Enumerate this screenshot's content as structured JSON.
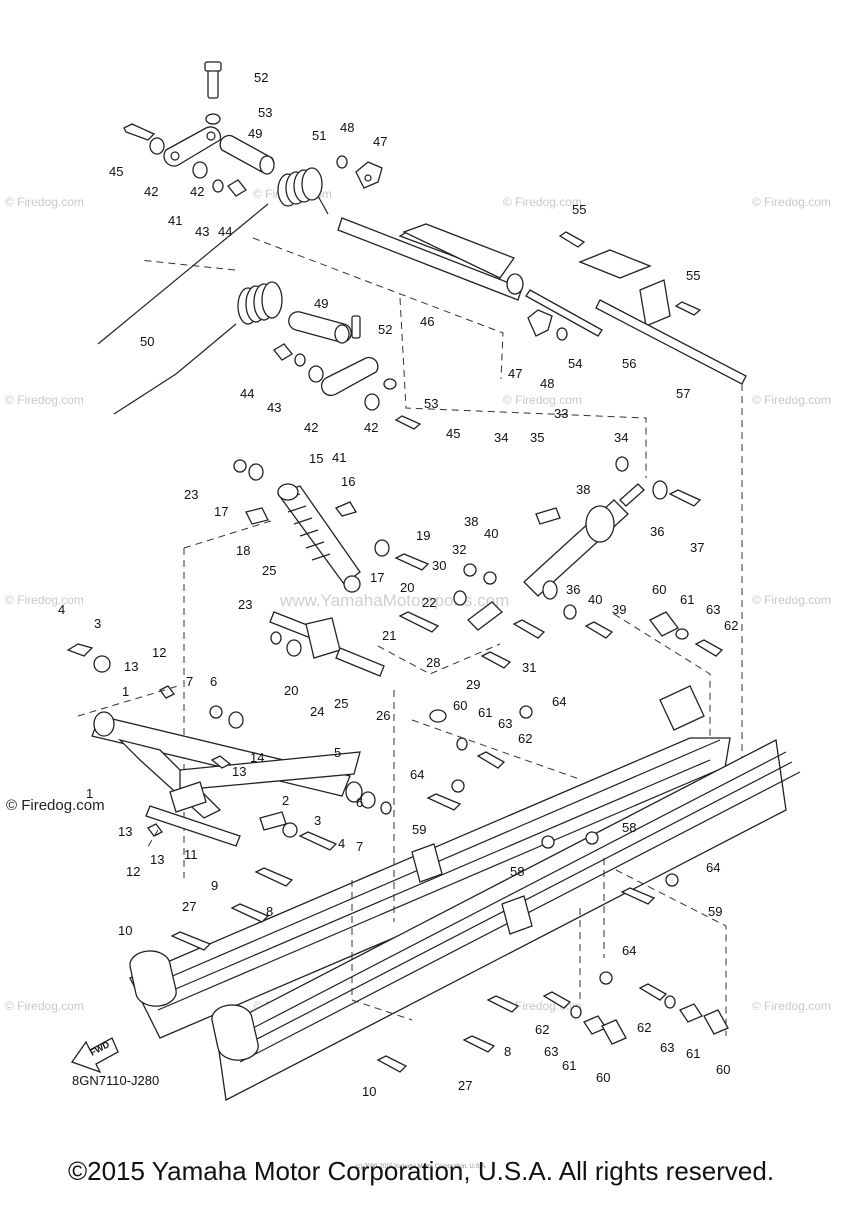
{
  "watermark": {
    "site": "© Firedog.com",
    "site_emph": "© Firedog.com",
    "center_url": "www.YamahaMotorsports.com"
  },
  "diagram": {
    "code": "8GN7110-J280",
    "fwd_label": "FWD",
    "copyright": "©2015 Yamaha Motor Corporation, U.S.A. All rights reserved.",
    "tiny_credit": "(c) 2000-2015 Yamaha Motor Corporation, U.S.A."
  },
  "callouts": [
    {
      "n": "52"
    },
    {
      "n": "53"
    },
    {
      "n": "45"
    },
    {
      "n": "49"
    },
    {
      "n": "51"
    },
    {
      "n": "48"
    },
    {
      "n": "47"
    },
    {
      "n": "42"
    },
    {
      "n": "42"
    },
    {
      "n": "43"
    },
    {
      "n": "44"
    },
    {
      "n": "41"
    },
    {
      "n": "55"
    },
    {
      "n": "55"
    },
    {
      "n": "46"
    },
    {
      "n": "47"
    },
    {
      "n": "48"
    },
    {
      "n": "54"
    },
    {
      "n": "56"
    },
    {
      "n": "57"
    },
    {
      "n": "50"
    },
    {
      "n": "49"
    },
    {
      "n": "52"
    },
    {
      "n": "44"
    },
    {
      "n": "43"
    },
    {
      "n": "42"
    },
    {
      "n": "42"
    },
    {
      "n": "41"
    },
    {
      "n": "53"
    },
    {
      "n": "45"
    },
    {
      "n": "33"
    },
    {
      "n": "34"
    },
    {
      "n": "35"
    },
    {
      "n": "34"
    },
    {
      "n": "38"
    },
    {
      "n": "36"
    },
    {
      "n": "37"
    },
    {
      "n": "15"
    },
    {
      "n": "16"
    },
    {
      "n": "23"
    },
    {
      "n": "17"
    },
    {
      "n": "18"
    },
    {
      "n": "19"
    },
    {
      "n": "17"
    },
    {
      "n": "20"
    },
    {
      "n": "38"
    },
    {
      "n": "32"
    },
    {
      "n": "40"
    },
    {
      "n": "30"
    },
    {
      "n": "22"
    },
    {
      "n": "21"
    },
    {
      "n": "36"
    },
    {
      "n": "40"
    },
    {
      "n": "39"
    },
    {
      "n": "60"
    },
    {
      "n": "61"
    },
    {
      "n": "63"
    },
    {
      "n": "62"
    },
    {
      "n": "25"
    },
    {
      "n": "23"
    },
    {
      "n": "20"
    },
    {
      "n": "24"
    },
    {
      "n": "25"
    },
    {
      "n": "26"
    },
    {
      "n": "28"
    },
    {
      "n": "31"
    },
    {
      "n": "29"
    },
    {
      "n": "4"
    },
    {
      "n": "3"
    },
    {
      "n": "13"
    },
    {
      "n": "12"
    },
    {
      "n": "1"
    },
    {
      "n": "7"
    },
    {
      "n": "6"
    },
    {
      "n": "60"
    },
    {
      "n": "61"
    },
    {
      "n": "63"
    },
    {
      "n": "62"
    },
    {
      "n": "64"
    },
    {
      "n": "14"
    },
    {
      "n": "13"
    },
    {
      "n": "5"
    },
    {
      "n": "1"
    },
    {
      "n": "2"
    },
    {
      "n": "3"
    },
    {
      "n": "4"
    },
    {
      "n": "6"
    },
    {
      "n": "7"
    },
    {
      "n": "13"
    },
    {
      "n": "13"
    },
    {
      "n": "11"
    },
    {
      "n": "12"
    },
    {
      "n": "9"
    },
    {
      "n": "64"
    },
    {
      "n": "59"
    },
    {
      "n": "58"
    },
    {
      "n": "58"
    },
    {
      "n": "64"
    },
    {
      "n": "59"
    },
    {
      "n": "27"
    },
    {
      "n": "8"
    },
    {
      "n": "10"
    },
    {
      "n": "64"
    },
    {
      "n": "8"
    },
    {
      "n": "62"
    },
    {
      "n": "63"
    },
    {
      "n": "61"
    },
    {
      "n": "60"
    },
    {
      "n": "62"
    },
    {
      "n": "63"
    },
    {
      "n": "61"
    },
    {
      "n": "60"
    },
    {
      "n": "27"
    },
    {
      "n": "10"
    }
  ]
}
